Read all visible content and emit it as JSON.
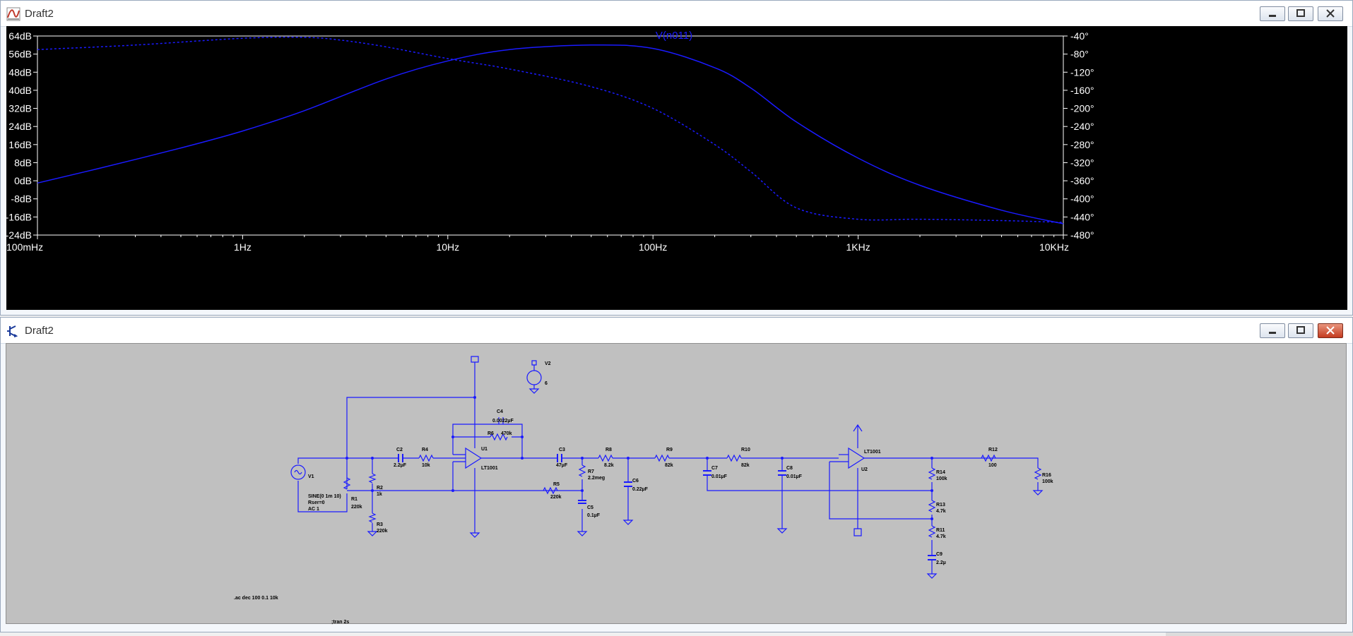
{
  "waveform_window": {
    "title": "Draft2",
    "trace_label": "V(n011)",
    "accent_color": "#1a1aff",
    "icon": "waveform-icon"
  },
  "schematic_window": {
    "title": "Draft2",
    "icon": "schematic-icon"
  },
  "window_controls": {
    "minimize_icon": "minimize-icon",
    "maximize_icon": "maximize-icon",
    "close_icon": "close-icon"
  },
  "chart_data": {
    "type": "line",
    "title": "V(n011)",
    "x_scale": "log",
    "xlim": [
      0.1,
      10000
    ],
    "x_ticks": [
      "100mHz",
      "1Hz",
      "10Hz",
      "100Hz",
      "1KHz",
      "10KHz"
    ],
    "y_left_ticks": [
      "64dB",
      "56dB",
      "48dB",
      "40dB",
      "32dB",
      "24dB",
      "16dB",
      "8dB",
      "0dB",
      "-8dB",
      "-16dB",
      "-24dB"
    ],
    "y_right_ticks": [
      "-40°",
      "-80°",
      "-120°",
      "-160°",
      "-200°",
      "-240°",
      "-280°",
      "-320°",
      "-360°",
      "-400°",
      "-440°",
      "-480°"
    ],
    "ylim_left": [
      -24,
      64
    ],
    "ylim_right": [
      -480,
      -40
    ],
    "series": [
      {
        "style": "solid",
        "axis": "left",
        "x": [
          0.1,
          0.2,
          0.5,
          1,
          2,
          5,
          10,
          20,
          50,
          100,
          200,
          300,
          500,
          1000,
          2000,
          5000,
          10000
        ],
        "values": [
          -1,
          5.5,
          14.5,
          22,
          31,
          45,
          53,
          58,
          60,
          58.5,
          50,
          41,
          26,
          10,
          -2,
          -13,
          -19
        ]
      },
      {
        "style": "dashed",
        "axis": "right",
        "x": [
          0.1,
          0.3,
          1,
          2,
          3,
          5,
          10,
          20,
          50,
          100,
          200,
          300,
          500,
          1000,
          2000,
          5000,
          10000
        ],
        "values": [
          -70,
          -60,
          -45,
          -43,
          -49,
          -64,
          -90,
          -113,
          -152,
          -200,
          -280,
          -340,
          -420,
          -445,
          -445,
          -448,
          -452
        ]
      }
    ]
  },
  "schematic": {
    "parts": {
      "V1": {
        "name": "V1",
        "value": "SINE(0 1m 10)",
        "value2": "Rser=0",
        "value3": "AC 1"
      },
      "V2": {
        "name": "V2",
        "value": "6"
      },
      "R1": {
        "name": "R1",
        "value": "220k"
      },
      "R2": {
        "name": "R2",
        "value": "1k"
      },
      "R3": {
        "name": "R3",
        "value": "220k"
      },
      "R4": {
        "name": "R4",
        "value": "10k"
      },
      "R5": {
        "name": "R5",
        "value": "220k"
      },
      "R6": {
        "name": "R6",
        "value": "470k"
      },
      "R7": {
        "name": "R7",
        "value": "2.2meg"
      },
      "R8": {
        "name": "R8",
        "value": "8.2k"
      },
      "R9": {
        "name": "R9",
        "value": "82k"
      },
      "R10": {
        "name": "R10",
        "value": "82k"
      },
      "R11": {
        "name": "R11",
        "value": "4.7k"
      },
      "R12": {
        "name": "R12",
        "value": "100"
      },
      "R13": {
        "name": "R13",
        "value": "4.7k"
      },
      "R14": {
        "name": "R14",
        "value": "100k"
      },
      "R16": {
        "name": "R16",
        "value": "100k"
      },
      "C2": {
        "name": "C2",
        "value": "2.2µF"
      },
      "C3": {
        "name": "C3",
        "value": "47µF"
      },
      "C4": {
        "name": "C4",
        "value": "0.0022µF"
      },
      "C5": {
        "name": "C5",
        "value": "0.1µF"
      },
      "C6": {
        "name": "C6",
        "value": "0.22µF"
      },
      "C7": {
        "name": "C7",
        "value": "0.01µF"
      },
      "C8": {
        "name": "C8",
        "value": "0.01µF"
      },
      "C9": {
        "name": "C9",
        "value": "2.2µ"
      },
      "U1": {
        "name": "U1",
        "value": "LT1001"
      },
      "U2": {
        "name": "U2",
        "value": "LT1001"
      }
    },
    "directives": {
      "ac": ".ac dec 100 0.1 10k",
      "tran": ";tran 2s"
    }
  }
}
